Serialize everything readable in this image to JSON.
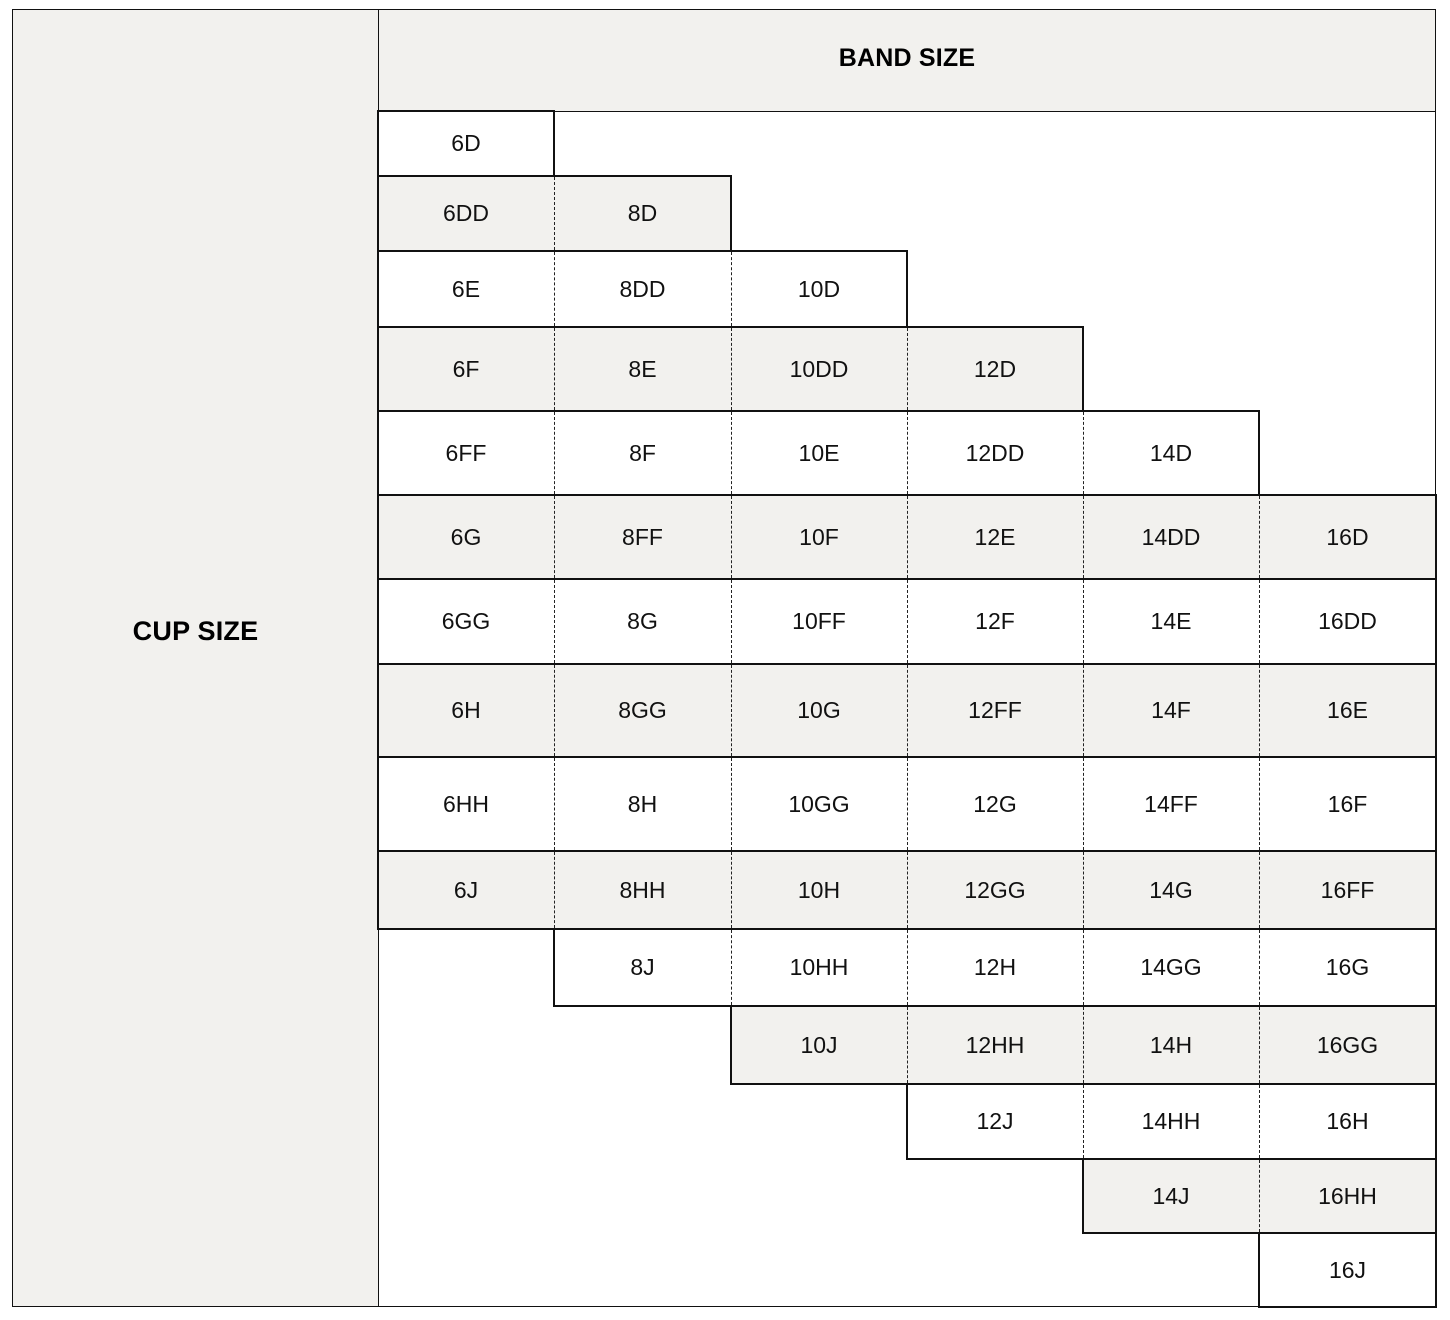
{
  "header": {
    "band_size": "BAND SIZE",
    "cup_size": "CUP SIZE"
  },
  "colors": {
    "shaded": "#f2f1ee",
    "white": "#ffffff",
    "line": "#111111"
  },
  "rows": [
    [
      "6D",
      "",
      "",
      "",
      "",
      ""
    ],
    [
      "6DD",
      "8D",
      "",
      "",
      "",
      ""
    ],
    [
      "6E",
      "8DD",
      "10D",
      "",
      "",
      ""
    ],
    [
      "6F",
      "8E",
      "10DD",
      "12D",
      "",
      ""
    ],
    [
      "6FF",
      "8F",
      "10E",
      "12DD",
      "14D",
      ""
    ],
    [
      "6G",
      "8FF",
      "10F",
      "12E",
      "14DD",
      "16D"
    ],
    [
      "6GG",
      "8G",
      "10FF",
      "12F",
      "14E",
      "16DD"
    ],
    [
      "6H",
      "8GG",
      "10G",
      "12FF",
      "14F",
      "16E"
    ],
    [
      "6HH",
      "8H",
      "10GG",
      "12G",
      "14FF",
      "16F"
    ],
    [
      "6J",
      "8HH",
      "10H",
      "12GG",
      "14G",
      "16FF"
    ],
    [
      "",
      "8J",
      "10HH",
      "12H",
      "14GG",
      "16G"
    ],
    [
      "",
      "",
      "10J",
      "12HH",
      "14H",
      "16GG"
    ],
    [
      "",
      "",
      "",
      "12J",
      "14HH",
      "16H"
    ],
    [
      "",
      "",
      "",
      "",
      "14J",
      "16HH"
    ],
    [
      "",
      "",
      "",
      "",
      "",
      "16J"
    ]
  ]
}
